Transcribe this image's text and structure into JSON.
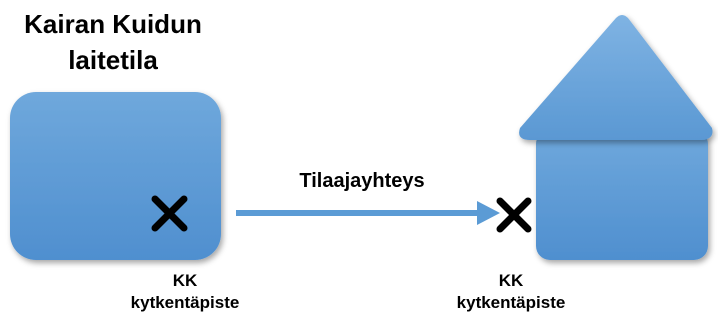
{
  "title": {
    "line1": "Kairan Kuidun",
    "line2": "laitetila"
  },
  "connection": {
    "label": "Tilaajayhteys"
  },
  "points": [
    {
      "line1": "KK",
      "line2": "kytkentäpiste"
    },
    {
      "line1": "KK",
      "line2": "kytkentäpiste"
    }
  ],
  "colors": {
    "shape_fill": "#5b9bd5",
    "arrow": "#5b9bd5",
    "marker": "#000000"
  }
}
